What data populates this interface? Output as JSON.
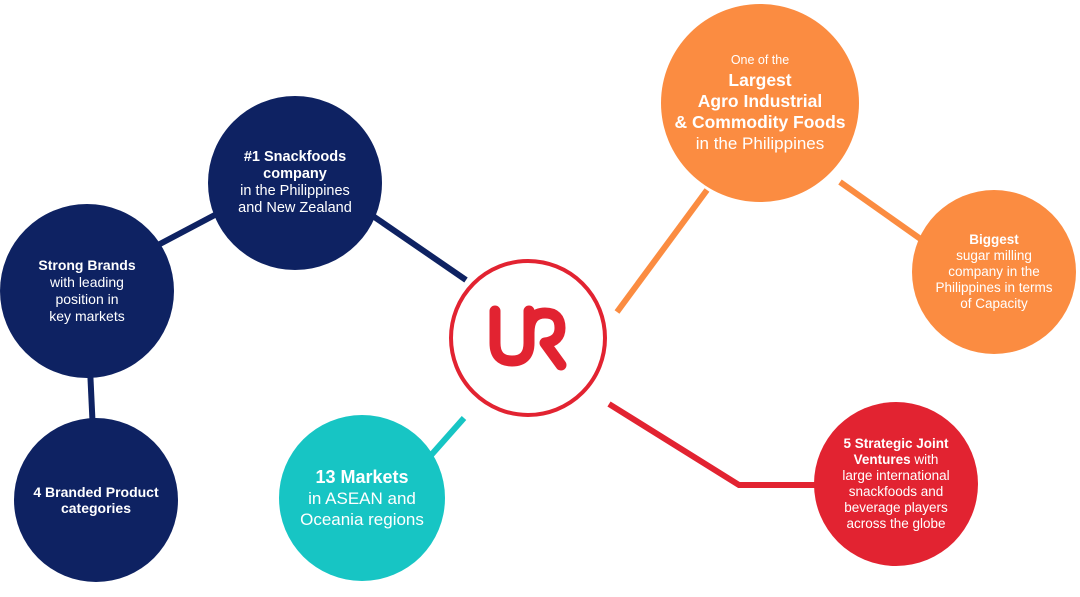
{
  "colors": {
    "navy": "#0e2262",
    "orange": "#fb8c41",
    "red": "#e22331",
    "teal": "#17c5c4"
  },
  "center": {
    "logo_icon": "ur-logo-icon"
  },
  "nodes": {
    "snackfoods": {
      "bold": "#1 Snackfoods company",
      "line1": "in the Philippines",
      "line2": "and New Zealand"
    },
    "brands": {
      "bold": "Strong Brands",
      "line1": "with leading",
      "line2": "position in",
      "line3": "key markets"
    },
    "branded": {
      "bold": "4 Branded Product categories"
    },
    "markets": {
      "bold": "13 Markets",
      "line1": "in ASEAN and",
      "line2": "Oceania regions"
    },
    "agro": {
      "small": "One of the",
      "bold1": "Largest",
      "bold2": "Agro Industrial",
      "bold3": "& Commodity Foods",
      "line1": "in the Philippines"
    },
    "sugar": {
      "bold": "Biggest",
      "line1": "sugar milling",
      "line2": "company in the",
      "line3": "Philippines in terms",
      "line4": "of Capacity"
    },
    "jv": {
      "bold1": "5 Strategic Joint",
      "bold2": "Ventures",
      "tail": " with",
      "line1": "large international",
      "line2": "snackfoods and",
      "line3": "beverage players",
      "line4": "across the globe"
    }
  }
}
